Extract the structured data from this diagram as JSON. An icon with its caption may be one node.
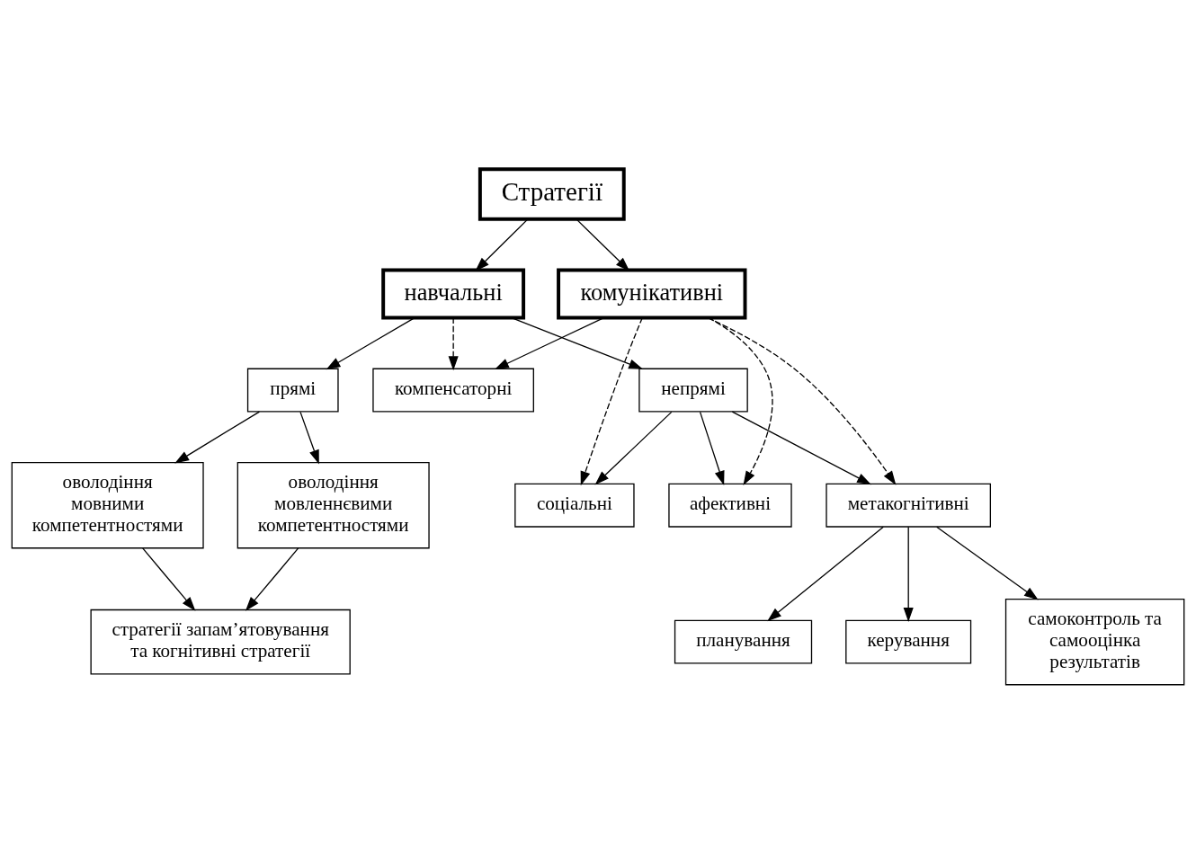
{
  "diagram": {
    "nodes": [
      {
        "text": [
          "Стратегії"
        ]
      },
      {
        "text": [
          "навчальні"
        ]
      },
      {
        "text": [
          "комунікативні"
        ]
      },
      {
        "text": [
          "прямі"
        ]
      },
      {
        "text": [
          "непрямі"
        ]
      },
      {
        "text": [
          "компенсаторні"
        ]
      },
      {
        "text": [
          "оволодіння мовними компетентностями"
        ]
      },
      {
        "text": [
          "оволодіння мовленнєвими компетентностями"
        ]
      },
      {
        "text": [
          "соціальні"
        ]
      },
      {
        "text": [
          "афективні"
        ]
      },
      {
        "text": [
          "метакогнітивні"
        ]
      },
      {
        "text": [
          "стратегії запам’ятовування та когнітивні стратегії"
        ]
      },
      {
        "text": [
          "планування"
        ]
      },
      {
        "text": [
          "керування"
        ]
      },
      {
        "text": [
          "самоконтроль та самооцінка результатів"
        ]
      }
    ],
    "edges": [
      {
        "from": 0,
        "to": 1,
        "arrow": "to"
      },
      {
        "from": 0,
        "to": 2,
        "arrow": "to"
      },
      {
        "from": 1,
        "to": 3,
        "arrow": "to"
      },
      {
        "from": 1,
        "to": 4,
        "arrow": "to"
      },
      {
        "from": 1,
        "to": 5,
        "arrow": "to",
        "style": "dashed"
      },
      {
        "from": 2,
        "to": 5,
        "arrow": "to"
      },
      {
        "from": 3,
        "to": 6,
        "arrow": "to"
      },
      {
        "from": 3,
        "to": 7,
        "arrow": "to"
      },
      {
        "from": 4,
        "to": 8,
        "arrow": "to"
      },
      {
        "from": 4,
        "to": 9,
        "arrow": "to"
      },
      {
        "from": 4,
        "to": 10,
        "arrow": "to"
      },
      {
        "from": 2,
        "to": 8,
        "arrow": "to",
        "style": "dashed"
      },
      {
        "from": 2,
        "to": 9,
        "arrow": "to",
        "style": "dashed"
      },
      {
        "from": 2,
        "to": 10,
        "arrow": "to",
        "style": "dashed"
      },
      {
        "from": 6,
        "to": 11,
        "arrow": "to"
      },
      {
        "from": 7,
        "to": 11,
        "arrow": "to"
      },
      {
        "from": 10,
        "to": 12,
        "arrow": "to"
      },
      {
        "from": 10,
        "to": 13,
        "arrow": "to"
      },
      {
        "from": 10,
        "to": 14,
        "arrow": "to"
      }
    ]
  }
}
